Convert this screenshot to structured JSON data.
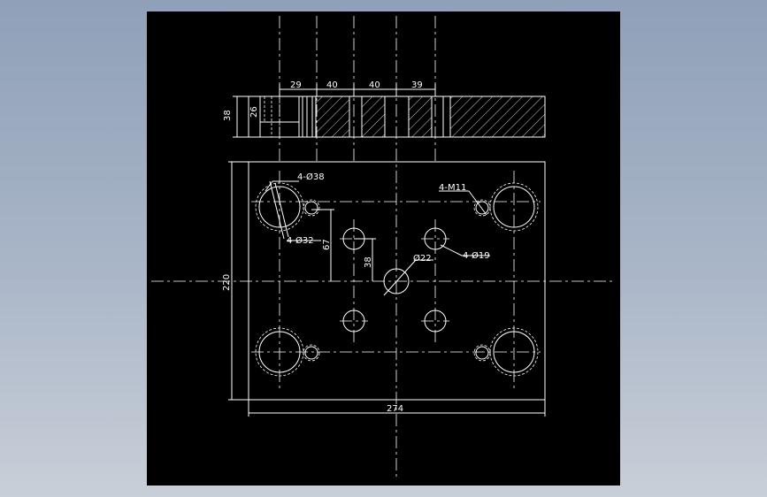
{
  "drawing": {
    "background": "#000000",
    "line_color": "#ffffff",
    "section_view": {
      "dims_top": [
        "29",
        "40",
        "40",
        "39"
      ],
      "dim_height": "38",
      "dim_counterbore": "26"
    },
    "plan_view": {
      "dim_height": "220",
      "dim_width": "274",
      "dim_67": "67",
      "dim_38": "38",
      "callouts": {
        "four_dia38": "4-Ø38",
        "four_dia32": "4-Ø32",
        "four_m11": "4-M11",
        "four_dia19": "4-Ø19",
        "dia22": "Ø22"
      }
    }
  }
}
